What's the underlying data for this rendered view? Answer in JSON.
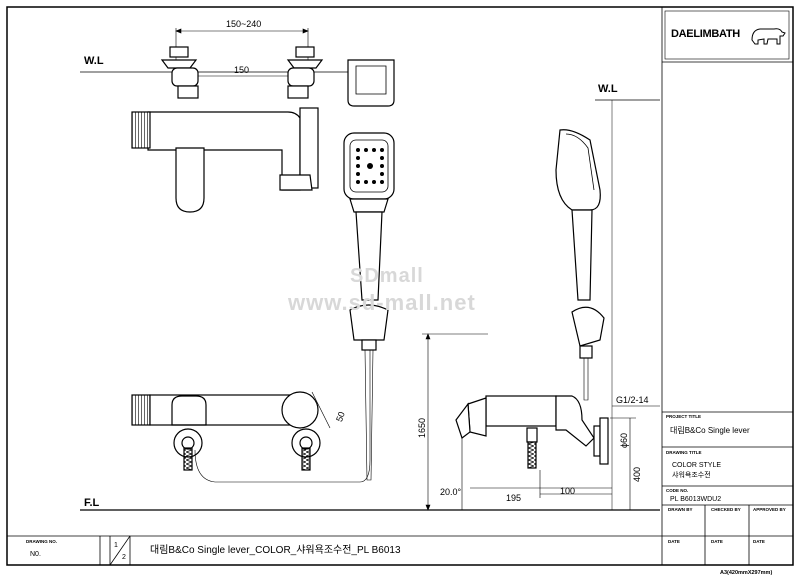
{
  "drawing": {
    "logo_text": "DAELIMBATH",
    "level_labels": {
      "water_level": "W.L",
      "floor_level": "F.L"
    },
    "dimensions": {
      "pipe_spacing_range": "150~240",
      "pipe_spacing": "150",
      "handle_size": "50",
      "mount_height": "1650",
      "angle": "20.0°",
      "projection": "195",
      "outlet_offset": "100",
      "shower_connection": "G1/2-14",
      "flange_diameter": "ϕ60",
      "wall_height": "400"
    },
    "watermark": {
      "line1": "SDmall",
      "line2": "www.sd-mall.net"
    }
  },
  "title_block": {
    "project_title_label": "PROJECT TITLE",
    "project_title": "대림B&Co Single lever",
    "drawing_title_label": "DRAWING TITLE",
    "drawing_title_1": "COLOR STYLE",
    "drawing_title_2": "샤워욕조수전",
    "code_no_label": "CODE NO.",
    "code_no": "PL B6013WDU2",
    "drawn_by": "DRAWN BY",
    "checked_by": "CHECKED BY",
    "approved_by": "APPROVED BY",
    "date_label": "DATE",
    "drawing_no_label": "DRAWING NO.",
    "drawing_no": "N0.",
    "sheet_num": "1",
    "sheet_total": "2",
    "description": "대림B&Co Single lever_COLOR_샤워욕조수전_PL B6013",
    "paper_size": "A3(420mmX297mm)"
  }
}
